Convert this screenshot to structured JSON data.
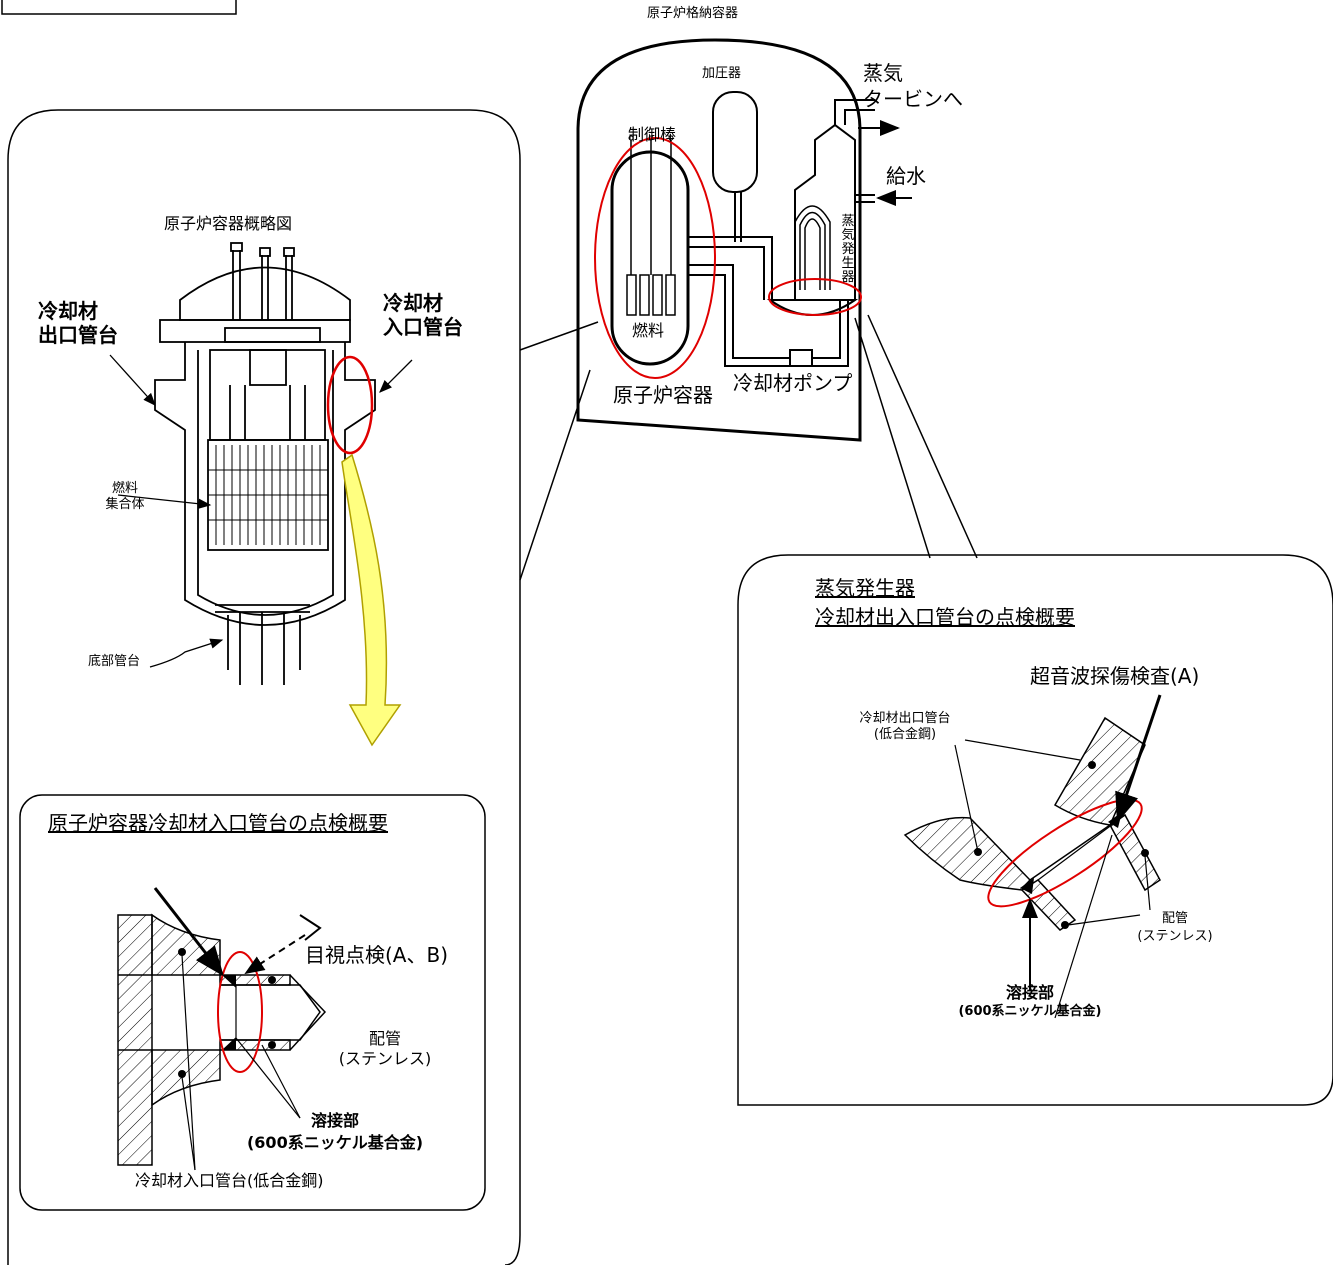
{
  "containment": {
    "title": "原子炉格納容器",
    "pressurizer": "加圧器",
    "steam_to_turbine": [
      "蒸気",
      "タービンへ"
    ],
    "feedwater": "給水",
    "control_rods": "制御棒",
    "fuel": "燃料",
    "reactor_vessel": "原子炉容器",
    "coolant_pump": "冷却材ポンプ",
    "steam_generator": [
      "蒸",
      "気",
      "発",
      "生",
      "器"
    ]
  },
  "vessel_panel": {
    "title": "原子炉容器概略図",
    "outlet_nozzle": [
      "冷却材",
      "出口管台"
    ],
    "inlet_nozzle": [
      "冷却材",
      "入口管台"
    ],
    "fuel_assembly": [
      "燃料",
      "集合体"
    ],
    "bottom_nozzle": "底部管台"
  },
  "inlet_inspection": {
    "title": "原子炉容器冷却材入口管台の点検概要",
    "visual_inspection": "目視点検(A、B)",
    "pipe": [
      "配管",
      "(ステンレス)"
    ],
    "weld": [
      "溶接部",
      "(600系ニッケル基合金)"
    ],
    "nozzle_material": "冷却材入口管台(低合金鋼)"
  },
  "sg_inspection": {
    "title": [
      "蒸気発生器",
      "冷却材出入口管台の点検概要"
    ],
    "ultrasonic": "超音波探傷検査(A)",
    "outlet_nozzle": [
      "冷却材出口管台",
      "(低合金鋼)"
    ],
    "pipe": [
      "配管",
      "(ステンレス)"
    ],
    "weld": [
      "溶接部",
      "(600系ニッケル基合金)"
    ]
  },
  "colors": {
    "highlight": "#e00000",
    "arrow_fill": "#ffff80",
    "arrow_stroke": "#b0a000"
  }
}
